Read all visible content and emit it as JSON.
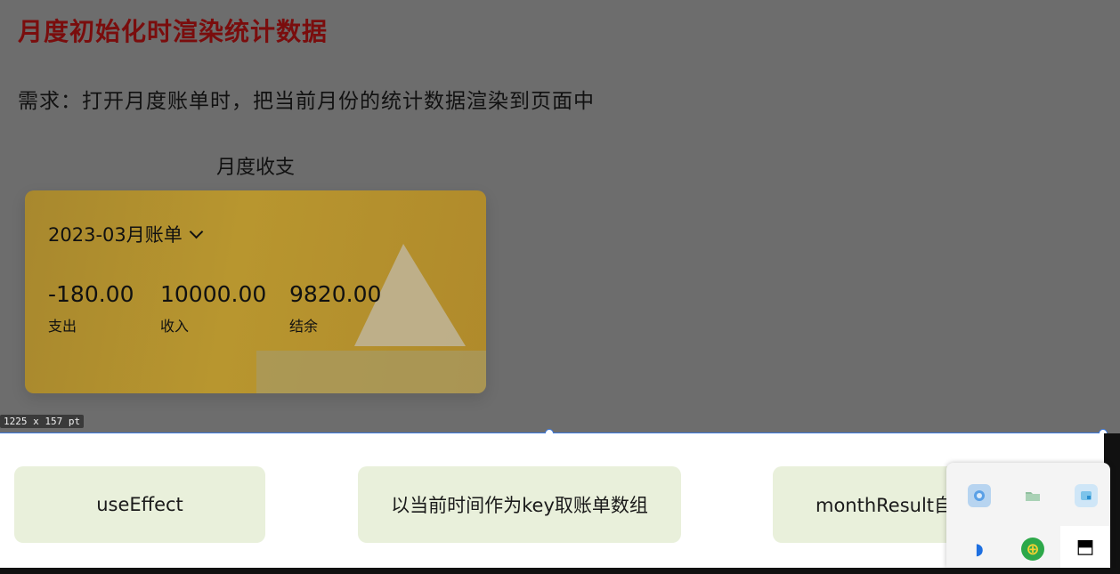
{
  "slide": {
    "title": "月度初始化时渲染统计数据",
    "requirement": "需求：打开月度账单时，把当前月份的统计数据渲染到页面中",
    "card_heading": "月度收支",
    "card": {
      "month_label": "2023-03月账单",
      "stats": [
        {
          "value": "-180.00",
          "label": "支出"
        },
        {
          "value": "10000.00",
          "label": "收入"
        },
        {
          "value": "9820.00",
          "label": "结余"
        }
      ]
    }
  },
  "selection": {
    "dimension_label": "1225 x 157  pt",
    "accent_color": "#3c7ae0"
  },
  "flow": {
    "boxes": [
      {
        "label": "useEffect"
      },
      {
        "label": "以当前时间作为key取账单数组"
      },
      {
        "label": "monthResult自"
      }
    ]
  },
  "tray": {
    "icons": [
      {
        "name": "app-icon"
      },
      {
        "name": "folder-icon"
      },
      {
        "name": "window-icon"
      },
      {
        "name": "shield-icon",
        "glyph": "◗"
      },
      {
        "name": "download-icon",
        "glyph": "⊕"
      },
      {
        "name": "app-grid-icon",
        "glyph": "⬒"
      }
    ]
  }
}
